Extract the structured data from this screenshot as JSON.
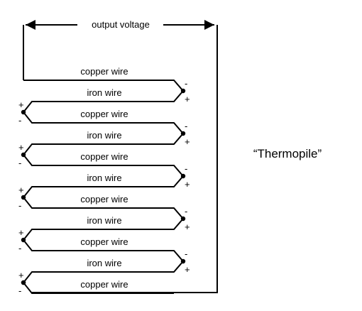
{
  "diagram": {
    "output_label": "output voltage",
    "title": "“Thermopile”",
    "wire_labels": [
      "copper wire",
      "iron wire",
      "copper wire",
      "iron wire",
      "copper wire",
      "iron wire",
      "copper wire",
      "iron wire",
      "copper wire",
      "iron wire",
      "copper wire"
    ],
    "plus_sign": "+",
    "minus_sign": "-",
    "stroke_color": "#000000",
    "background": "#ffffff"
  }
}
